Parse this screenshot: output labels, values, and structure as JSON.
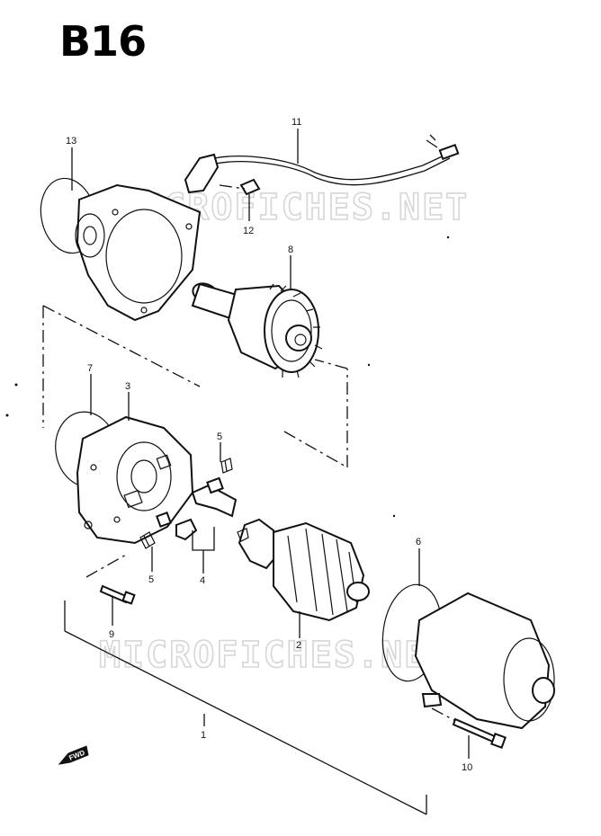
{
  "diagram": {
    "page_code": "B16",
    "watermark": "MICROFICHES.NET",
    "fwd_label": "FWD",
    "callouts": {
      "c1": "1",
      "c2": "2",
      "c3": "3",
      "c4": "4",
      "c5a": "5",
      "c5b": "5",
      "c6": "6",
      "c7": "7",
      "c8": "8",
      "c9": "9",
      "c10": "10",
      "c11": "11",
      "c12": "12",
      "c13": "13"
    }
  }
}
